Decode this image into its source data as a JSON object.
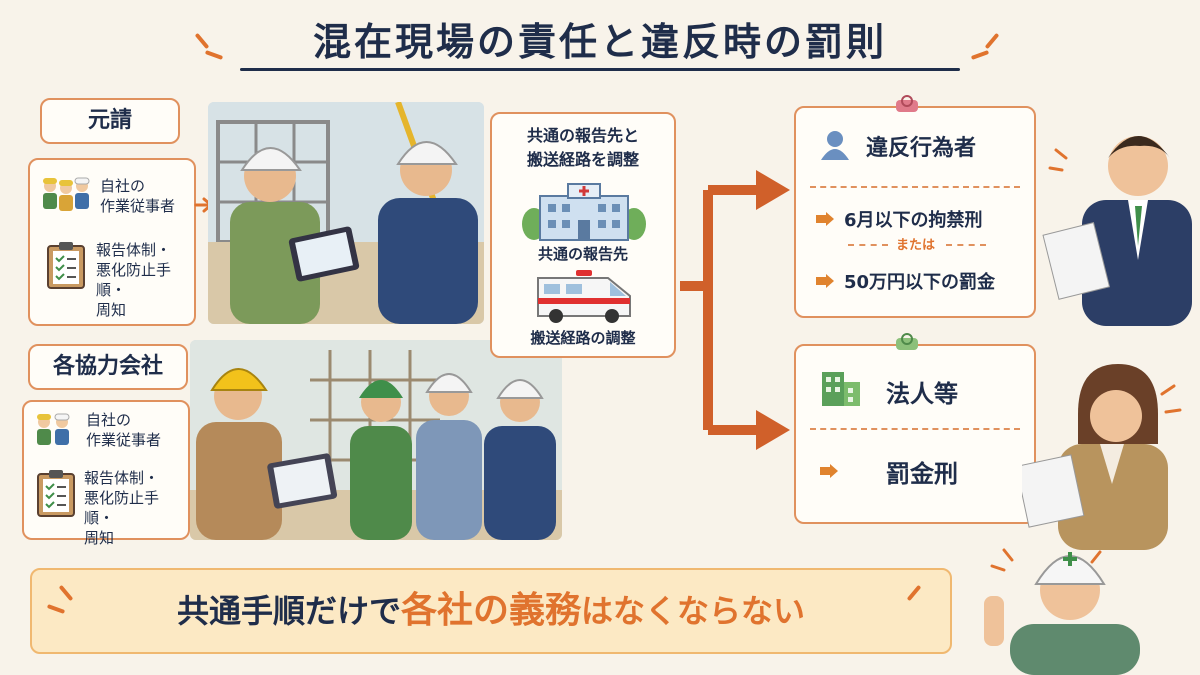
{
  "title": "混在現場の責任と違反時の罰則",
  "prime": {
    "label": "元請",
    "workers_label": "自社の\n作業従事者",
    "system_label": "報告体制・\n悪化防止手順・\n周知"
  },
  "subcontractors": {
    "label": "各協力会社",
    "workers_label": "自社の\n作業従事者",
    "system_label": "報告体制・\n悪化防止手順・\n周知"
  },
  "coordination": {
    "heading": "共通の報告先と\n搬送経路を調整",
    "hospital_label": "共通の報告先",
    "ambulance_label": "搬送経路の調整"
  },
  "violator": {
    "label": "違反行為者",
    "penalty1": "6月以下の拘禁刑",
    "or_text": "または",
    "penalty2": "50万円以下の罰金"
  },
  "corporation": {
    "label": "法人等",
    "penalty": "罰金刑"
  },
  "footer": {
    "part1": "共通手順だけで",
    "part2": "各社の義務",
    "part3": "はなくならない"
  },
  "colors": {
    "accent": "#e0732e",
    "navy": "#1f2d4a",
    "border": "#e0915e",
    "green": "#3f8f4a"
  }
}
